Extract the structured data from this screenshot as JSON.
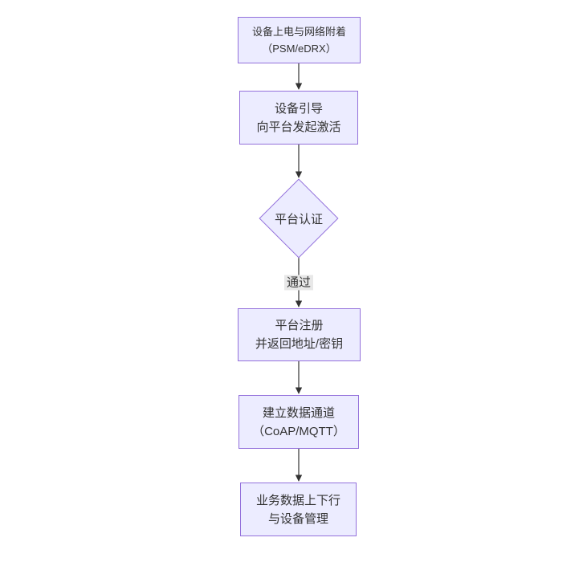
{
  "colors": {
    "canvas_bg": "#ffffff",
    "node_fill": "#ECECFF",
    "node_border": "#9370DB",
    "edge_color": "#333333",
    "edge_label_bg": "#e8e8e8",
    "text_color": "#333333"
  },
  "flowchart": {
    "type": "vertical-flowchart",
    "nodes": [
      {
        "id": "power-attach",
        "shape": "rect",
        "lines": [
          "设备上电与网络附着",
          "（PSM/eDRX）"
        ]
      },
      {
        "id": "bootstrap",
        "shape": "rect",
        "lines": [
          "设备引导",
          "向平台发起激活"
        ]
      },
      {
        "id": "platform-auth",
        "shape": "diamond",
        "lines": [
          "平台认证"
        ]
      },
      {
        "id": "register",
        "shape": "rect",
        "lines": [
          "平台注册",
          "并返回地址/密钥"
        ]
      },
      {
        "id": "data-channel",
        "shape": "rect",
        "lines": [
          "建立数据通道",
          "（CoAP/MQTT）"
        ]
      },
      {
        "id": "business-data",
        "shape": "rect",
        "lines": [
          "业务数据上下行",
          "与设备管理"
        ]
      }
    ],
    "edges": [
      {
        "from": "power-attach",
        "to": "bootstrap",
        "label": ""
      },
      {
        "from": "bootstrap",
        "to": "platform-auth",
        "label": ""
      },
      {
        "from": "platform-auth",
        "to": "register",
        "label": "通过"
      },
      {
        "from": "register",
        "to": "data-channel",
        "label": ""
      },
      {
        "from": "data-channel",
        "to": "business-data",
        "label": ""
      }
    ]
  }
}
